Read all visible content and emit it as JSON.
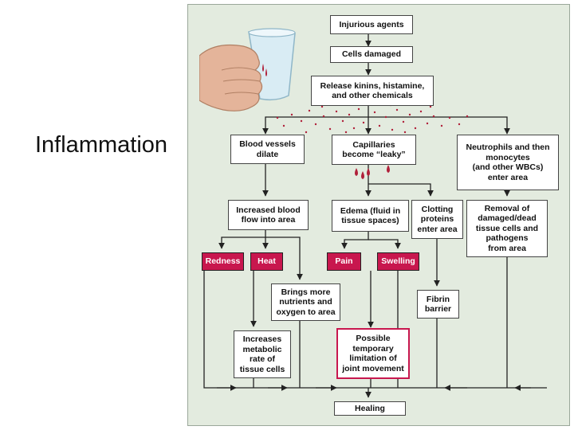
{
  "slide": {
    "title": "Inflammation"
  },
  "diagram": {
    "nodes": {
      "injurious_agents": "Injurious agents",
      "cells_damaged": "Cells damaged",
      "release_chemicals": "Release kinins, histamine,\nand other chemicals",
      "blood_vessels_dilate": "Blood vessels\ndilate",
      "capillaries_leaky": "Capillaries\nbecome “leaky”",
      "neutrophils": "Neutrophils and then\nmonocytes\n(and other WBCs)\nenter area",
      "increased_blood_flow": "Increased blood\nflow into area",
      "edema": "Edema (fluid in\ntissue spaces)",
      "clotting_proteins": "Clotting\nproteins\nenter area",
      "removal": "Removal of\ndamaged/dead\ntissue cells and\npathogens\nfrom area",
      "redness": "Redness",
      "heat": "Heat",
      "pain": "Pain",
      "swelling": "Swelling",
      "brings_more": "Brings more\nnutrients and\noxygen to area",
      "fibrin_barrier": "Fibrin\nbarrier",
      "increases_metabolic": "Increases\nmetabolic\nrate of\ntissue cells",
      "possible_limitation": "Possible\ntemporary\nlimitation of\njoint movement",
      "healing": "Healing"
    }
  },
  "colors": {
    "panel_background": "#e3ebdf",
    "sign_box": "#c8174e",
    "chemical_dots": "#b0203a"
  }
}
